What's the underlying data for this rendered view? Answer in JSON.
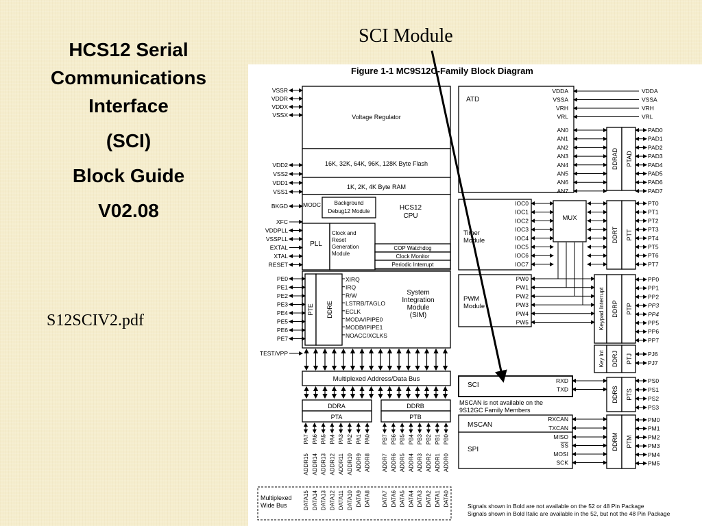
{
  "slide": {
    "title_lines": [
      "HCS12 Serial",
      "Communications",
      "Interface",
      "(SCI)",
      "Block Guide",
      "V02.08"
    ],
    "pdf_name": "S12SCIV2.pdf",
    "pointer_label": "SCI Module"
  },
  "figure": {
    "caption": "Figure 1-1  MC9S12C-Family Block Diagram",
    "left_pins_power": [
      "VSSR",
      "VDDR",
      "VDDX",
      "VSSX"
    ],
    "left_pins_core": [
      "VDD2",
      "VSS2",
      "VDD1",
      "VSS1"
    ],
    "bkgd": "BKGD",
    "clock_pins": [
      "XFC",
      "VDDPLL",
      "VSSPLL",
      "EXTAL",
      "XTAL",
      "RESET"
    ],
    "pe_pins": [
      "PE0",
      "PE1",
      "PE2",
      "PE3",
      "PE4",
      "PE5",
      "PE6",
      "PE7"
    ],
    "test_vpp": "TEST/VPP",
    "voltage_regulator": "Voltage Regulator",
    "flash": "16K, 32K, 64K, 96K, 128K Byte Flash",
    "ram": "1K, 2K, 4K Byte RAM",
    "modc": "MODC",
    "bdm": [
      "Background",
      "Debug12 Module"
    ],
    "cpu": [
      "HCS12",
      "CPU"
    ],
    "pll": "PLL",
    "crg": [
      "Clock and",
      "Reset",
      "Generation",
      "Module"
    ],
    "cop": "COP Watchdog",
    "clock_monitor": "Clock Monitor",
    "periodic_interrupt": "Periodic Interrupt",
    "ddre": "DDRE",
    "pte": "PTE",
    "sim_signals": [
      "XIRQ",
      "IRQ",
      "R/W",
      "LSTRB/TAGLO",
      "ECLK",
      "MODA/IPIPE0",
      "MODB/IPIPE1",
      "NOACC/XCLKS"
    ],
    "sim": [
      "System",
      "Integration",
      "Module",
      "(SIM)"
    ],
    "mux_bus": "Multiplexed Address/Data Bus",
    "ddra": "DDRA",
    "ddrb": "DDRB",
    "pta": "PTA",
    "ptb": "PTB",
    "pa_pins": [
      "PA7",
      "PA6",
      "PA5",
      "PA4",
      "PA3",
      "PA2",
      "PA1",
      "PA0"
    ],
    "pb_pins": [
      "PB7",
      "PB6",
      "PB5",
      "PB4",
      "PB3",
      "PB2",
      "PB1",
      "PB0"
    ],
    "addr_hi": [
      "ADDR15",
      "ADDR14",
      "ADDR13",
      "ADDR12",
      "ADDR11",
      "ADDR10",
      "ADDR9",
      "ADDR8"
    ],
    "addr_lo": [
      "ADDR7",
      "ADDR6",
      "ADDR5",
      "ADDR4",
      "ADDR3",
      "ADDR2",
      "ADDR1",
      "ADDR0"
    ],
    "data_hi": [
      "DATA15",
      "DATA14",
      "DATA13",
      "DATA12",
      "DATA11",
      "DATA10",
      "DATA9",
      "DATA8"
    ],
    "data_lo": [
      "DATA7",
      "DATA6",
      "DATA5",
      "DATA4",
      "DATA3",
      "DATA2",
      "DATA1",
      "DATA0"
    ],
    "wide_bus": [
      "Multiplexed",
      "Wide Bus"
    ],
    "atd": "ATD",
    "atd_ref_in": [
      "VDDA",
      "VSSA",
      "VRH",
      "VRL"
    ],
    "atd_ref_out": [
      "VDDA",
      "VSSA",
      "VRH",
      "VRL"
    ],
    "an_pins": [
      "AN0",
      "AN1",
      "AN2",
      "AN3",
      "AN4",
      "AN5",
      "AN6",
      "AN7"
    ],
    "pad_pins": [
      "PAD0",
      "PAD1",
      "PAD2",
      "PAD3",
      "PAD4",
      "PAD5",
      "PAD6",
      "PAD7"
    ],
    "ddrad": "DDRAD",
    "ptad": "PTAD",
    "timer": [
      "Timer",
      "Module"
    ],
    "ioc_pins": [
      "IOC0",
      "IOC1",
      "IOC2",
      "IOC3",
      "IOC4",
      "IOC5",
      "IOC6",
      "IOC7"
    ],
    "mux": "MUX",
    "ddrt": "DDRT",
    "ptt": "PTT",
    "pt_pins": [
      "PT0",
      "PT1",
      "PT2",
      "PT3",
      "PT4",
      "PT5",
      "PT6",
      "PT7"
    ],
    "pwm": [
      "PWM",
      "Module"
    ],
    "pw_pins": [
      "PW0",
      "PW1",
      "PW2",
      "PW3",
      "PW4",
      "PW5"
    ],
    "keypad": "Keypad Interrupt",
    "ddrp": "DDRP",
    "ptp": "PTP",
    "pp_pins": [
      "PP0",
      "PP1",
      "PP2",
      "PP3",
      "PP4",
      "PP5",
      "PP6",
      "PP7"
    ],
    "key_int": "Key Int",
    "ddrj": "DDRJ",
    "ptj": "PTJ",
    "pj_pins": [
      "PJ6",
      "PJ7"
    ],
    "sci": "SCI",
    "sci_pins": [
      "RXD",
      "TXD"
    ],
    "ddrs": "DDRS",
    "pts": "PTS",
    "ps_pins": [
      "PS0",
      "PS1",
      "PS2",
      "PS3"
    ],
    "mscan_note": [
      "MSCAN is not available on the",
      "9S12GC Family Members"
    ],
    "mscan": "MSCAN",
    "mscan_pins": [
      "RXCAN",
      "TXCAN"
    ],
    "spi": "SPI",
    "spi_pins": [
      "MISO",
      "SS",
      "MOSI",
      "SCK"
    ],
    "ddrm": "DDRM",
    "ptm": "PTM",
    "pm_pins": [
      "PM0",
      "PM1",
      "PM2",
      "PM3",
      "PM4",
      "PM5"
    ],
    "footnote": [
      "Signals shown in Bold are not available on the 52 or 48 Pin Package",
      "Signals shown in Bold Italic are available in the 52, but not the 48 Pin Package"
    ]
  }
}
